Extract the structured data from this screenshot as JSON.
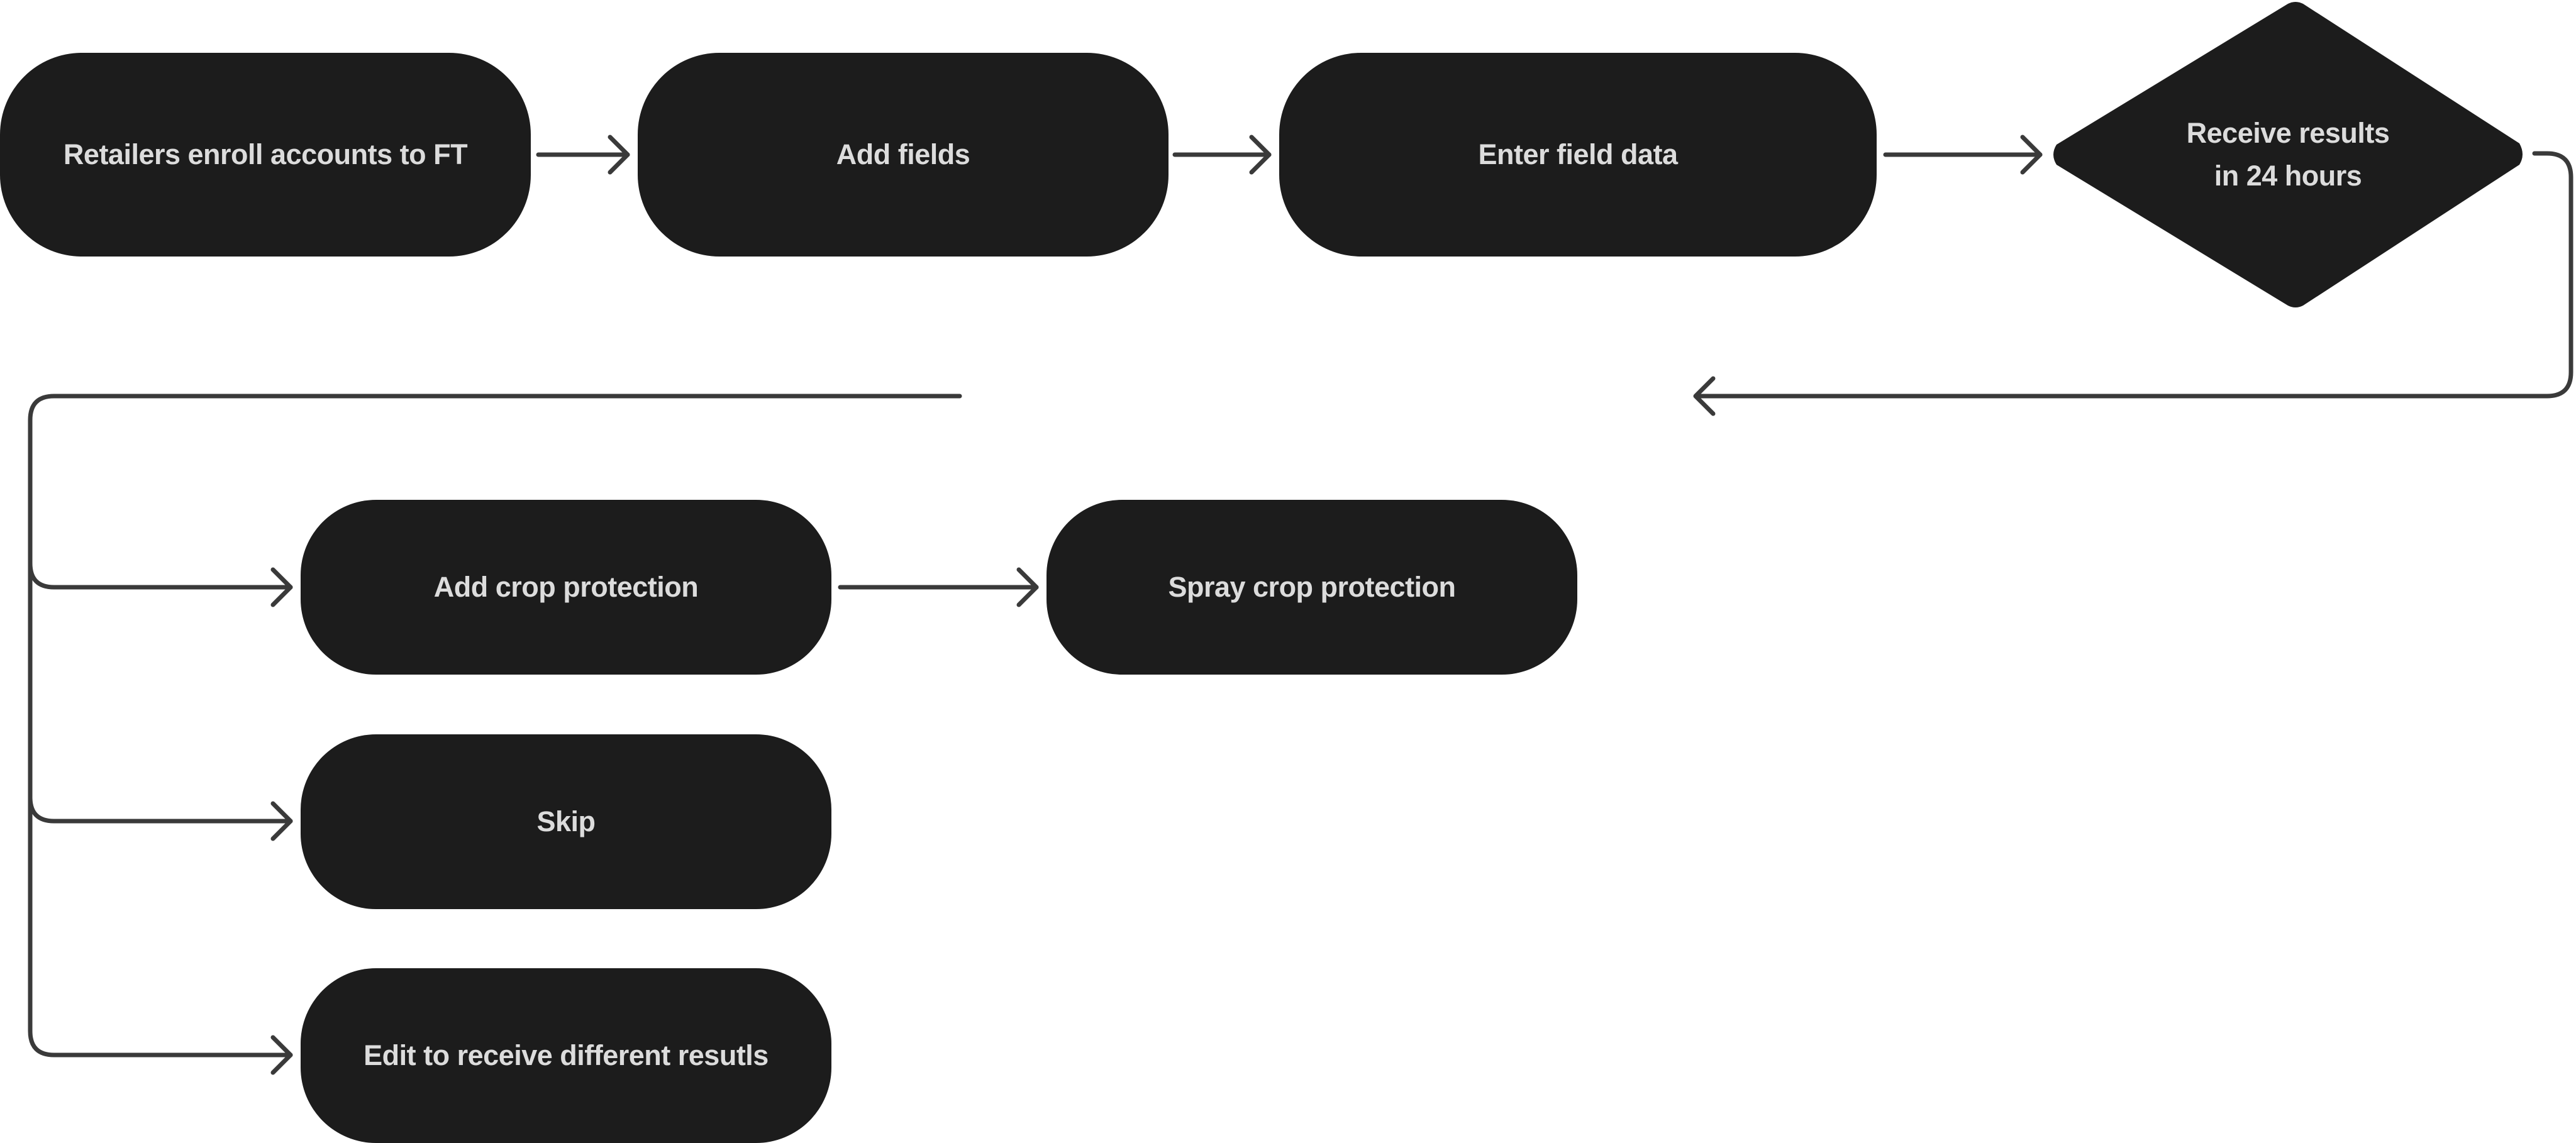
{
  "diagram": {
    "nodes": {
      "retailers": "Retailers enroll accounts to FT",
      "add_fields": "Add fields",
      "enter_data": "Enter field data",
      "decision_line1": "Receive results",
      "decision_line2": "in 24 hours",
      "add_crop": "Add crop protection",
      "spray": "Spray crop protection",
      "skip": "Skip",
      "edit": "Edit to receive different resutls"
    },
    "colors": {
      "node_fill": "#1c1c1c",
      "node_text": "#dcdcdc",
      "connector": "#3a3a3a",
      "background": "#ffffff"
    }
  }
}
